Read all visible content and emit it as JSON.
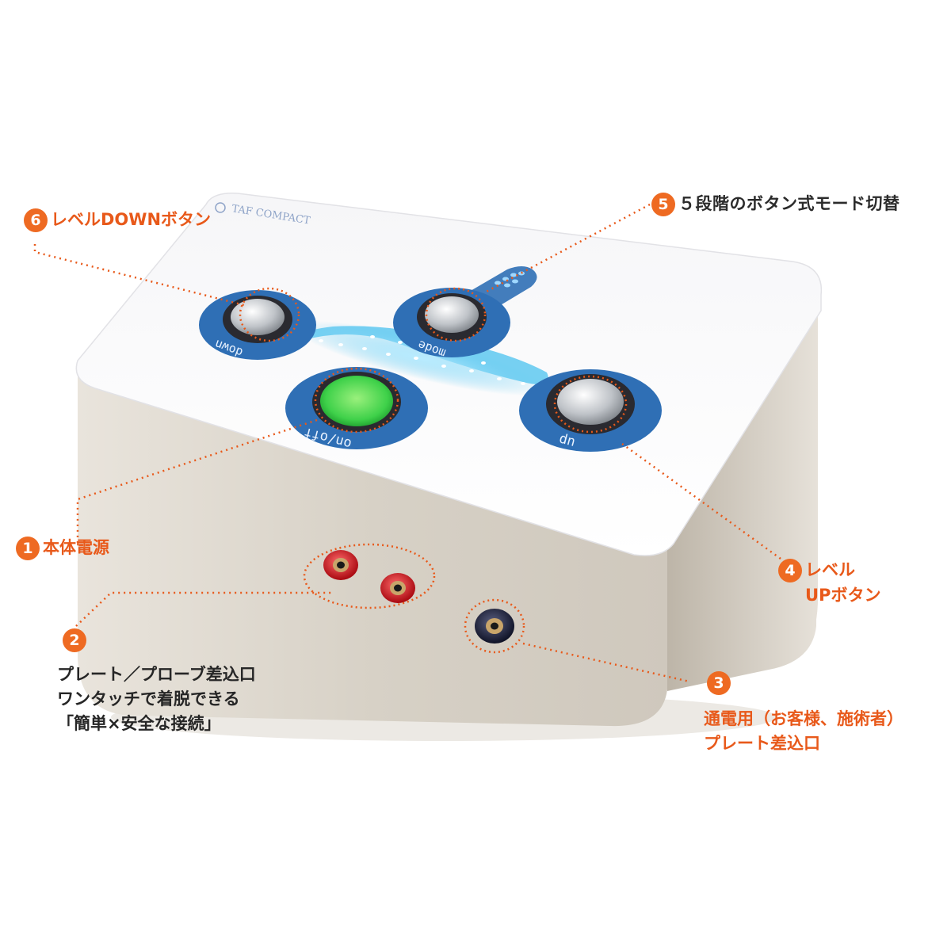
{
  "brand_text": "TAF COMPACT",
  "buttons": {
    "down": "down",
    "mode": "mode",
    "onoff": "on/off",
    "up": "up"
  },
  "callouts": {
    "c1": {
      "number": "1",
      "lines": [
        "本体電源"
      ]
    },
    "c2": {
      "number": "2",
      "lines": [
        "プレート／プローブ差込口",
        "ワンタッチで着脱できる",
        "「簡単×安全な接続」"
      ]
    },
    "c3": {
      "number": "3",
      "lines": [
        "通電用（お客様、施術者）",
        "プレート差込口"
      ]
    },
    "c4": {
      "number": "4",
      "lines": [
        "レベル",
        "UPボタン"
      ]
    },
    "c5": {
      "number": "5",
      "lines": [
        "５段階のボタン式モード切替"
      ]
    },
    "c6": {
      "number": "6",
      "lines": [
        "レベルDOWNボタン"
      ]
    }
  },
  "colors": {
    "accent": "#e8591a",
    "badge": "#ee6a22",
    "button_ring": "#2f6fb5",
    "led_blue": "#5ec8f0",
    "power_green": "#3fd14a",
    "jack_red": "#d0121b",
    "jack_navy": "#1a1f3d"
  }
}
